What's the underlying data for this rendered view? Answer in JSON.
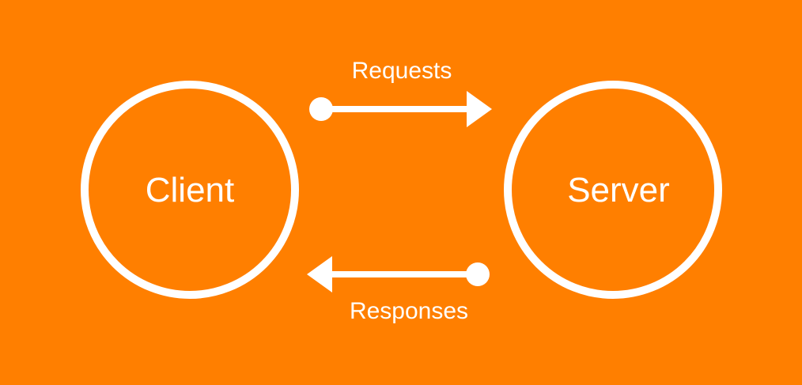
{
  "diagram": {
    "background_color": "#FF7F00",
    "foreground_color": "#FFFFFF",
    "nodes": {
      "client": {
        "label": "Client"
      },
      "server": {
        "label": "Server"
      }
    },
    "edges": {
      "requests": {
        "label": "Requests",
        "from": "Client",
        "to": "Server"
      },
      "responses": {
        "label": "Responses",
        "from": "Server",
        "to": "Client"
      }
    }
  }
}
